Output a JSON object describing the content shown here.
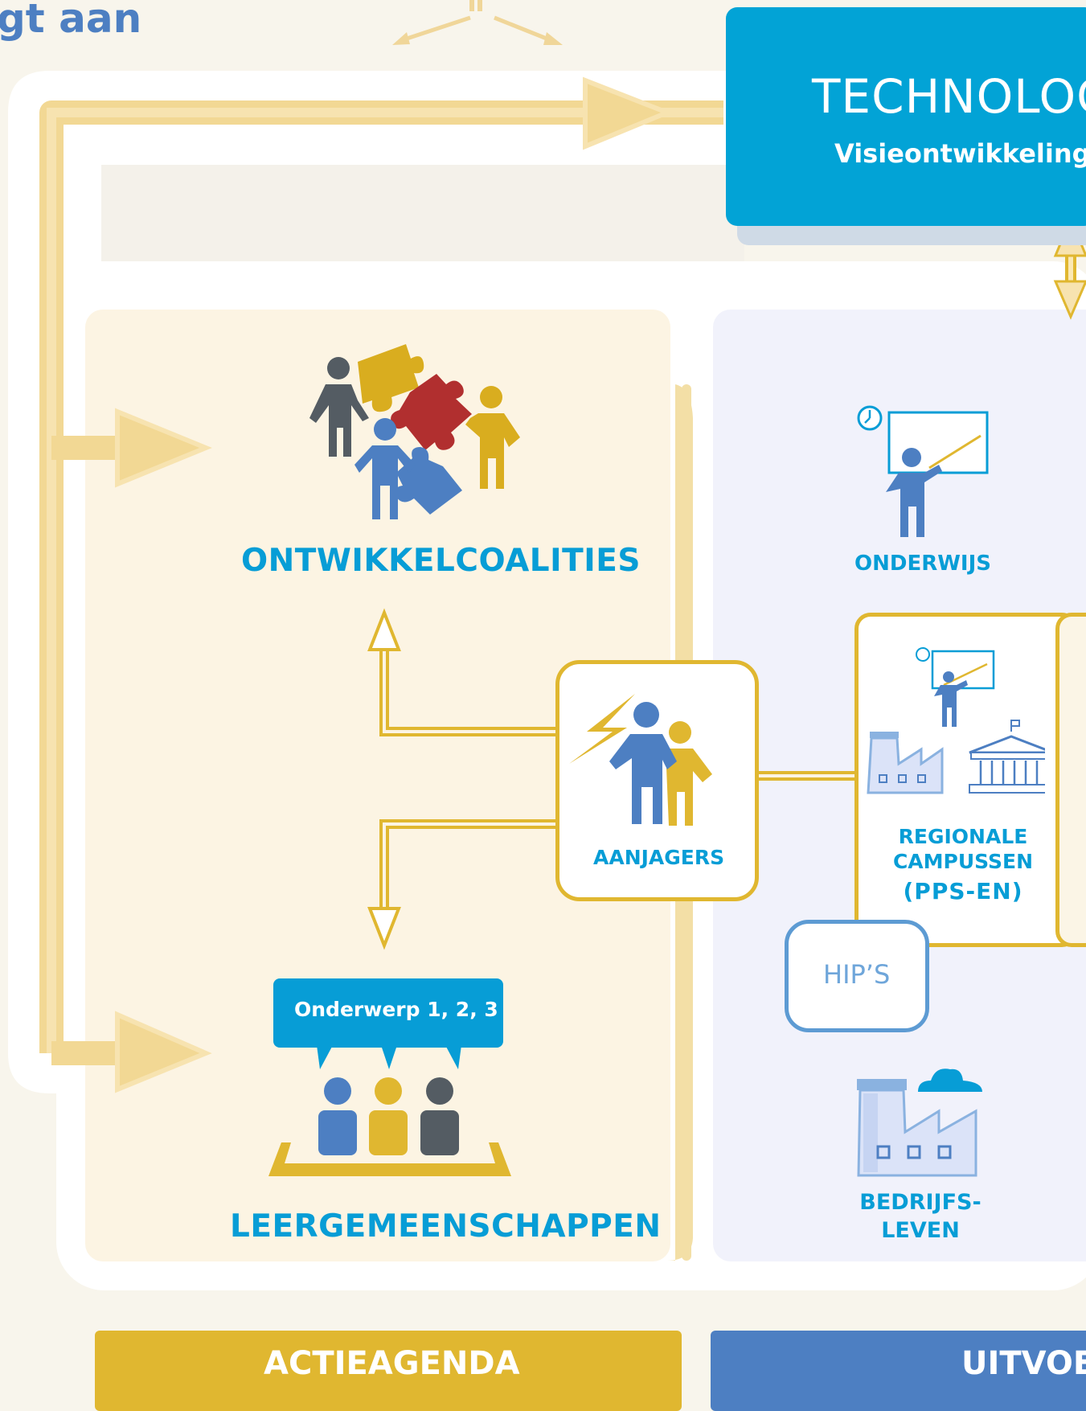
{
  "header": {
    "title_fragment": "gt aan"
  },
  "technology_box": {
    "title": "TECHNOLOG",
    "subtitle": "Visieontwikkeling"
  },
  "left_panel": {
    "top_label": "ONTWIKKELCOALITIES",
    "bottom_label": "LEERGEMEENSCHAPPEN",
    "bubble_text": "Onderwerp 1, 2, 3",
    "center_label": "AANJAGERS"
  },
  "right_panel": {
    "onderwijs_label": "ONDERWIJS",
    "campus_label_line1": "REGIONALE",
    "campus_label_line2": "CAMPUSSEN",
    "campus_label_line3": "(PPS-EN)",
    "hips_label": "HIP’S",
    "bedrijf_label_line1": "BEDRIJFS-",
    "bedrijf_label_line2": "LEVEN"
  },
  "footer": {
    "left_label": "ACTIEAGENDA",
    "right_label": "UITVOE"
  },
  "colors": {
    "blue_text": "#079dd6",
    "mid_blue": "#4d7fc2",
    "gold": "#e0b730",
    "cyan_box": "#02a3d6",
    "dark_gray": "#545c63",
    "red": "#b12f2f",
    "left_bg": "#fcf4e3",
    "right_bg": "#f1f2fb"
  }
}
